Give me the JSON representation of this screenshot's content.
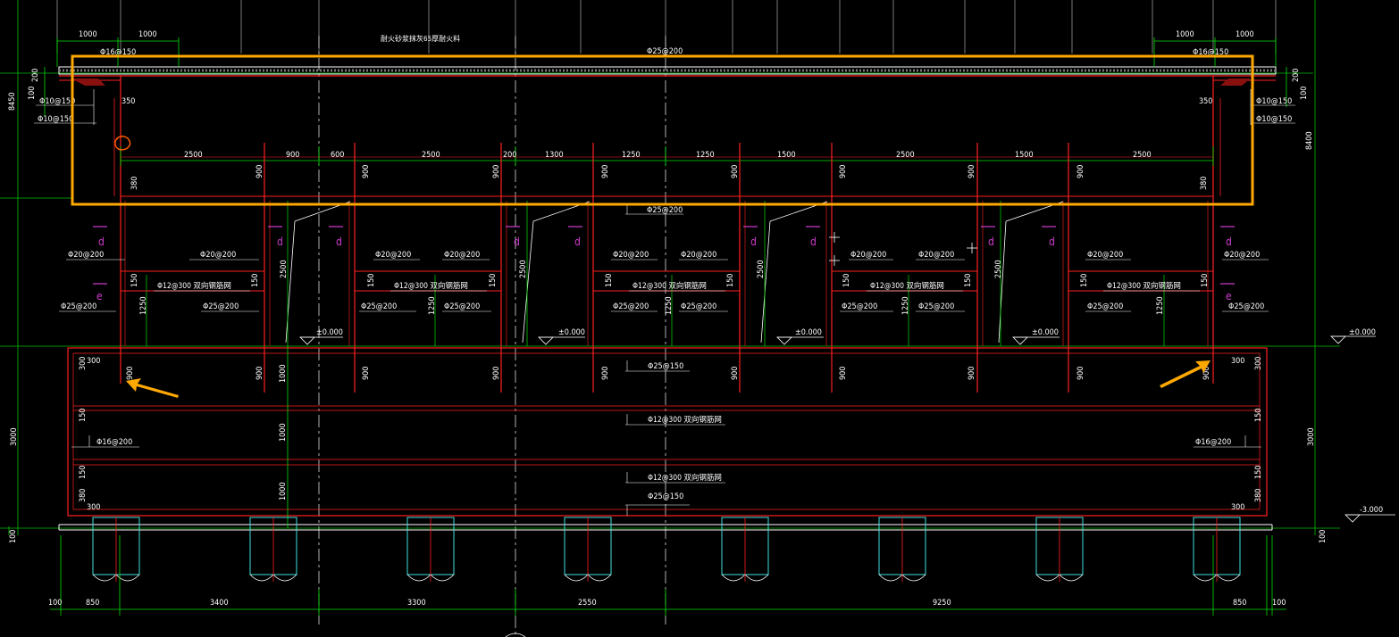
{
  "colors": {
    "background": "#000000",
    "concrete_outline": "#ff2020",
    "dimension": "#00e000",
    "text": "#ffffff",
    "highlight_box": "#ffa800",
    "pile": "#40e0e0",
    "section_mark": "#d23cd2",
    "sketch_mark": "#ff5a00"
  },
  "top": {
    "dims_left": [
      "1000",
      "1000"
    ],
    "dims_right": [
      "1000",
      "1000"
    ],
    "bar_left": "Φ16@150",
    "bar_right": "Φ16@150",
    "bar_center": "Φ25@200",
    "note": "耐火砂浆抹灰65厚耐火料",
    "level_h": "200",
    "left_100": "100",
    "right_100": "100",
    "left_350": "350",
    "right_350": "350",
    "stirrup_1": "Φ10@150",
    "stirrup_2": "Φ10@150",
    "stirrup_3": "Φ10@150",
    "stirrup_4": "Φ10@150",
    "left_height": "8450",
    "right_height": "8400"
  },
  "upper_dims": [
    "2500",
    "900",
    "600",
    "2500",
    "200",
    "1300",
    "1250",
    "1250",
    "1500",
    "2500",
    "1500",
    "2500"
  ],
  "wall_heights": {
    "h900": "900",
    "h380": "380",
    "h150": "150",
    "h1250": "1250",
    "h2500": "2500"
  },
  "upper_beam_bar": "Φ25@200",
  "section_marks": {
    "d": "d",
    "e": "e"
  },
  "rebar": {
    "phi20": "Φ20@200",
    "phi25": "Φ25@200",
    "mesh": "Φ12@300 双向钢筋网"
  },
  "levels": {
    "zero": "±0.000",
    "zero_right": "±0.000",
    "minus3": "-3.000"
  },
  "base": {
    "h300": "300",
    "h900": "900",
    "h1000": "1000",
    "h150": "150",
    "h380": "380",
    "bar_top": "Φ25@150",
    "bar_mid": "Φ12@300 双向钢筋网",
    "bar_low": "Φ12@300 双向钢筋网",
    "bar_bottom": "Φ25@150",
    "bar_side_left": "Φ16@200",
    "bar_side_right": "Φ16@200",
    "left_height": "3000",
    "right_height": "3000",
    "foot_100": "100"
  },
  "bottom_dims": [
    "100",
    "850",
    "3400",
    "3300",
    "2550",
    "9250",
    "850",
    "100"
  ]
}
